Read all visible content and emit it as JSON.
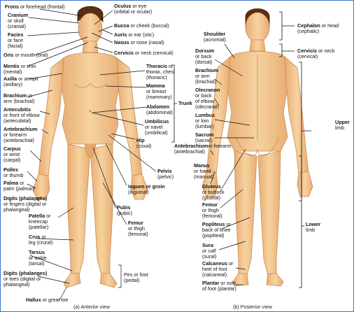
{
  "colors": {
    "skin": "#f2c58e",
    "skin_shade": "#e3a86c",
    "hair": "#5a2e10",
    "line": "#111111",
    "frame": "#3d73c9"
  },
  "anterior": {
    "caption": "(a) Anterior view",
    "labels": {
      "frons": {
        "main": "Frons",
        "rest": " or forehead (frontal)"
      },
      "cranium": {
        "main": "Cranium",
        "lines": [
          "or skull",
          "(cranial)"
        ]
      },
      "facies": {
        "main": "Facies",
        "lines": [
          "or face",
          "(facial)"
        ]
      },
      "oris": {
        "main": "Oris",
        "rest": " or mouth (oral)"
      },
      "mentis": {
        "main": "Mentis",
        "rest": " or chin",
        "lines": [
          "(mental)"
        ]
      },
      "axilla": {
        "main": "Axilla",
        "rest": " or armpit",
        "lines": [
          "(axillary)"
        ]
      },
      "brachium": {
        "main": "Brachium",
        "rest": " or",
        "lines": [
          "arm (brachial)"
        ]
      },
      "antecubitis": {
        "main": "Antecubitis",
        "lines": [
          "or front of elbow",
          "(antecubital)"
        ]
      },
      "antebrachium": {
        "main": "Antebrachium",
        "lines": [
          "or forearm",
          "(antebrachial)"
        ]
      },
      "carpus": {
        "main": "Carpus",
        "lines": [
          "or wrist",
          "(carpal)"
        ]
      },
      "pollex": {
        "main": "Pollex",
        "lines": [
          "or thumb"
        ]
      },
      "palma": {
        "main": "Palma",
        "rest": " or",
        "lines": [
          "palm (palmar)"
        ]
      },
      "digits_hand": {
        "main": "Digits (phalanges)",
        "lines": [
          "or fingers (digital or",
          "phalangeal)"
        ]
      },
      "patella": {
        "main": "Patella",
        "rest": " or",
        "lines": [
          "kneecap",
          "(patellar)"
        ]
      },
      "crus": {
        "main": "Crus",
        "rest": " or",
        "lines": [
          "leg (crural)"
        ]
      },
      "tarsus": {
        "main": "Tarsus",
        "lines": [
          "or ankle",
          "(tarsal)"
        ]
      },
      "digits_foot": {
        "main": "Digits (phalanges)",
        "lines": [
          "or toes (digital or",
          "phalangeal)"
        ]
      },
      "hallux": {
        "main": "Hallux",
        "rest": " or great toe"
      },
      "oculus": {
        "main": "Oculus",
        "rest": " or eye",
        "lines": [
          "(orbital or ocular)"
        ]
      },
      "bucca": {
        "main": "Bucca",
        "rest": " or cheek (buccal)"
      },
      "auris": {
        "main": "Auris",
        "rest": " or ear (otic)"
      },
      "nasus": {
        "main": "Nasus",
        "rest": " or nose (nasal)"
      },
      "cervicis": {
        "main": "Cervicis",
        "rest": " or neck (cervical)"
      },
      "thoracis": {
        "main": "Thoracis",
        "rest": " or",
        "lines": [
          "thorax, chest",
          "(thoracic)"
        ]
      },
      "mamma": {
        "main": "Mamma",
        "lines": [
          "or breast",
          "(mammary)"
        ]
      },
      "abdomen": {
        "main": "Abdomen",
        "lines": [
          "(abdominal)"
        ]
      },
      "umbilicus": {
        "main": "Umbilicus",
        "lines": [
          "or navel",
          "(umbilical)"
        ]
      },
      "hip": {
        "main": "Hip",
        "lines": [
          "(coxal)"
        ]
      },
      "pelvis": {
        "main": "Pelvis",
        "lines": [
          "(pelvic)"
        ]
      },
      "inguen": {
        "main": "Inguen or groin",
        "lines": [
          "(inguinal)"
        ]
      },
      "pubis": {
        "main": "Pubis",
        "lines": [
          "(pubic)"
        ]
      },
      "femur": {
        "main": "Femur",
        "lines": [
          "or thigh",
          "(femoral)"
        ]
      },
      "pes": {
        "main": "",
        "lines": [
          "Pes or foot",
          "(pedal)"
        ]
      },
      "trunk": {
        "main": "Trunk"
      }
    }
  },
  "posterior": {
    "caption": "(b) Posterior view",
    "labels": {
      "shoulder": {
        "main": "Shoulder",
        "lines": [
          "(acromial)"
        ]
      },
      "dorsum": {
        "main": "Dorsum",
        "lines": [
          "or back",
          "(dorsal)"
        ]
      },
      "brachium": {
        "main": "Brachium",
        "lines": [
          "or arm",
          "(brachial)"
        ]
      },
      "olecranon": {
        "main": "Olecranon",
        "lines": [
          "or back",
          "of elbow",
          "(olecranal)"
        ]
      },
      "lumbus": {
        "main": "Lumbus",
        "lines": [
          "or loin",
          "(lumbar)"
        ]
      },
      "sacrum": {
        "main": "Sacrum",
        "lines": [
          "(sacral)"
        ]
      },
      "antebrachium": {
        "main": "Antebrachium",
        "lines": [
          "or forearm",
          "(antebrachial)"
        ]
      },
      "manus": {
        "main": "Manus",
        "lines": [
          "or hand",
          "(manual)"
        ]
      },
      "gluteus": {
        "main": "Gluteus",
        "lines": [
          "or buttock",
          "(gluteal)"
        ]
      },
      "femur": {
        "main": "Femur",
        "lines": [
          "or thigh",
          "(femoral)"
        ]
      },
      "popliteus": {
        "main": "Popliteus",
        "rest": " or",
        "lines": [
          "back of knee",
          "(popliteal)"
        ]
      },
      "sura": {
        "main": "Sura",
        "lines": [
          "or calf",
          "(sural)"
        ]
      },
      "calcaneus": {
        "main": "Calcaneus",
        "rest": " or",
        "lines": [
          "heel of foot",
          "(calcaneal)"
        ]
      },
      "plantar": {
        "main": "Plantar",
        "rest": " or sole",
        "lines": [
          "of foot (plantar)"
        ]
      },
      "cephalon": {
        "main": "Cephalon",
        "rest": " or head",
        "lines": [
          "(cephalic)"
        ]
      },
      "cervicis": {
        "main": "Cervicis",
        "rest": " or neck",
        "lines": [
          "(cervical)"
        ]
      },
      "upper_limb": {
        "main": "Upper",
        "lines": [
          "limb"
        ]
      },
      "lower_limb": {
        "main": "Lower",
        "lines": [
          "limb"
        ]
      }
    }
  }
}
